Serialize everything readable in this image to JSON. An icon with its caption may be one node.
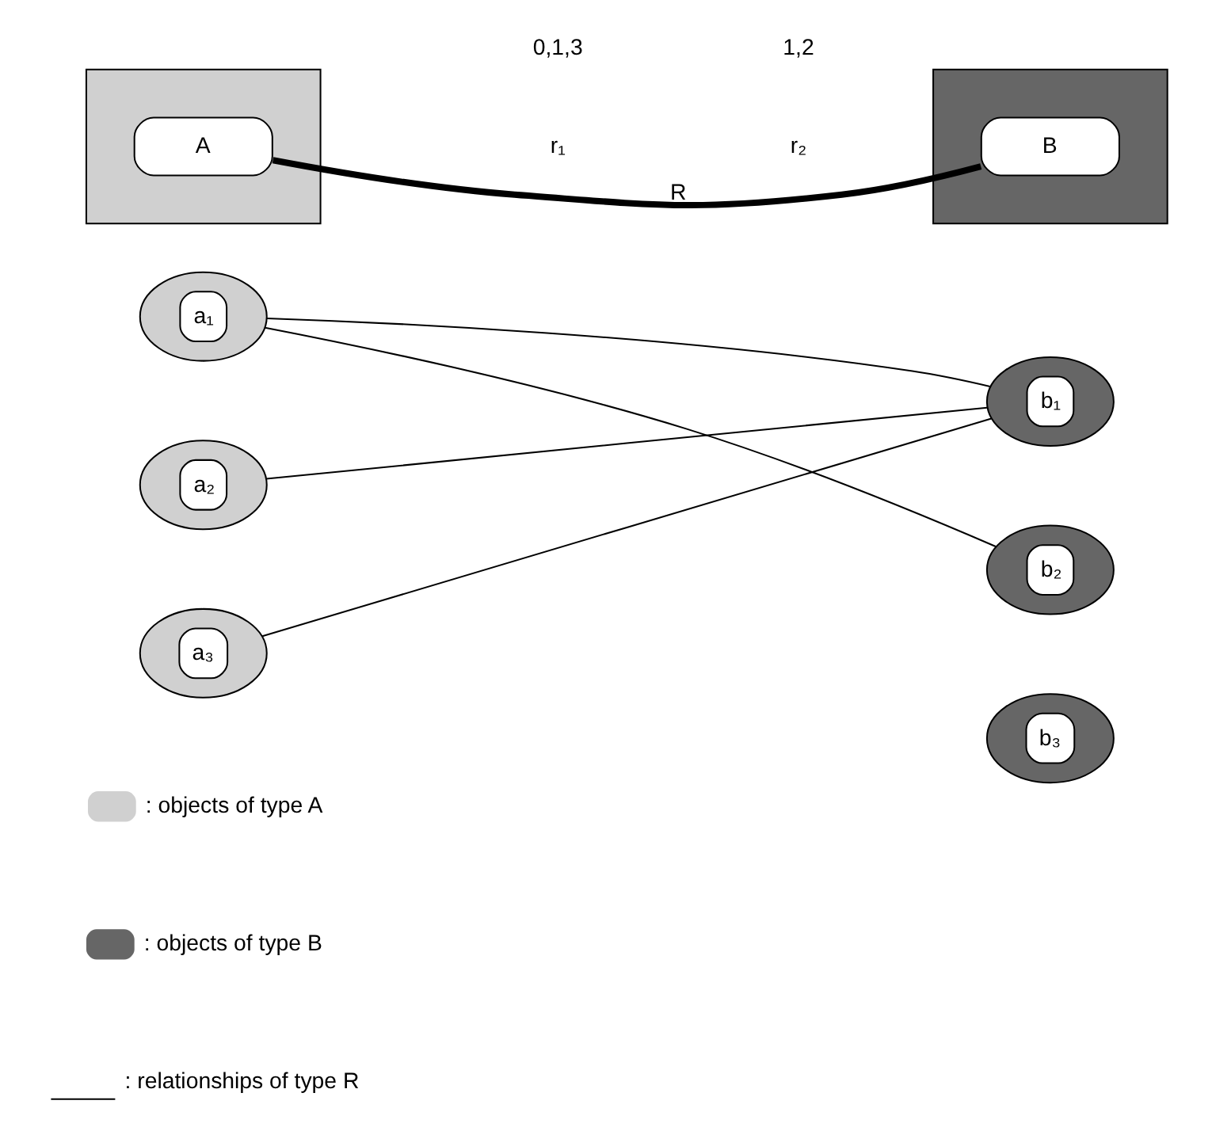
{
  "diagram": {
    "nodes": [
      {
        "text": [],
        "shape": "box"
      },
      {
        "text": [
          "A"
        ],
        "in": 0
      },
      {
        "text": [],
        "shape": "box"
      },
      {
        "text": [
          "B"
        ],
        "in": 2
      },
      {
        "text": [
          "a₁"
        ]
      },
      {
        "text": [
          "a₂"
        ]
      },
      {
        "text": [
          "a₃"
        ]
      },
      {
        "text": [
          "b₁"
        ]
      },
      {
        "text": [
          "b₂"
        ]
      },
      {
        "text": [
          "b₃"
        ]
      }
    ],
    "edges": [
      {
        "from": 1,
        "to": 3,
        "arrow": "none",
        "label": "R",
        "style": "thick"
      },
      {
        "from": 4,
        "to": 7,
        "arrow": "none"
      },
      {
        "from": 4,
        "to": 8,
        "arrow": "none"
      },
      {
        "from": 5,
        "to": 7,
        "arrow": "none"
      },
      {
        "from": 6,
        "to": 7,
        "arrow": "none"
      }
    ],
    "labels": [
      "0,1,3",
      "r₁",
      "1,2",
      "r₂"
    ],
    "legend": [
      {
        "text": ": objects of type A"
      },
      {
        "text": ": objects of type B"
      },
      {
        "text": ": relationships of type R"
      }
    ]
  }
}
